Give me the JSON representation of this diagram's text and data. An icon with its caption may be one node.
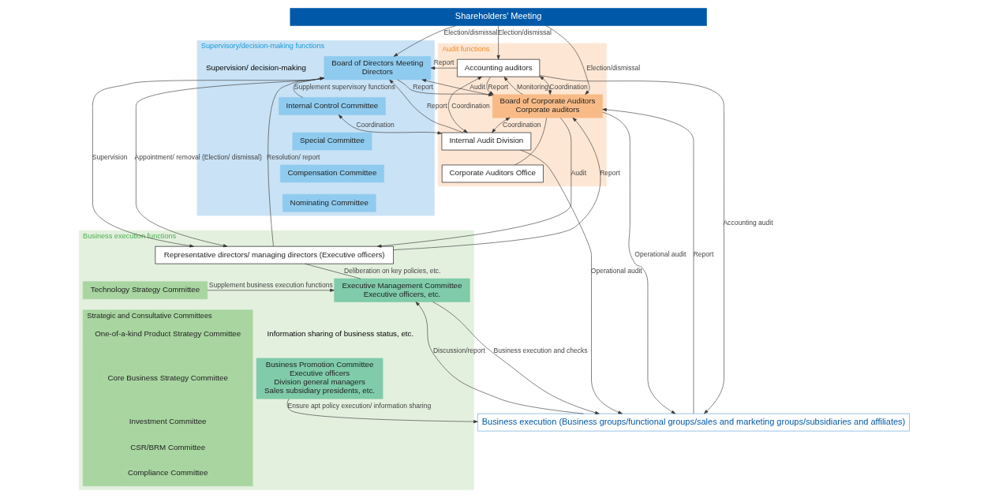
{
  "diagram": {
    "nodes": [
      {
        "text": [
          "Shareholders’ Meeting"
        ]
      },
      {
        "text": [
          "Supervisory/decision-making functions"
        ]
      },
      {
        "text": [
          "Board of Directors Meeting",
          "Directors"
        ],
        "in": 1
      },
      {
        "text": [
          "Internal Control Committee"
        ],
        "in": 1
      },
      {
        "text": [
          "Special Committee"
        ],
        "in": 1
      },
      {
        "text": [
          "Compensation Committee"
        ],
        "in": 1
      },
      {
        "text": [
          "Nominating Committee"
        ],
        "in": 1
      },
      {
        "text": [
          "Audit functions"
        ]
      },
      {
        "text": [
          "Board of Corporate Auditors",
          "Corporate auditors"
        ],
        "in": 7
      },
      {
        "text": [
          "Accounting auditors"
        ],
        "in": 7
      },
      {
        "text": [
          "Internal Audit Division"
        ],
        "in": 7
      },
      {
        "text": [
          "Corporate Auditors Office"
        ],
        "in": 7
      },
      {
        "text": [
          "Business execution functions"
        ]
      },
      {
        "text": [
          "Representative directors/ managing directors (Executive officers)"
        ],
        "in": 12
      },
      {
        "text": [
          "Executive Management Committee",
          "Executive officers, etc."
        ],
        "in": 12
      },
      {
        "text": [
          "Technology Strategy Committee"
        ],
        "in": 12
      },
      {
        "text": [
          "Strategic and Consultative Committees"
        ],
        "in": 12
      },
      {
        "text": [
          "One-of-a-kind Product Strategy Committee"
        ],
        "in": 16
      },
      {
        "text": [
          "Core Business Strategy Committee"
        ],
        "in": 16
      },
      {
        "text": [
          "Investment Committee"
        ],
        "in": 16
      },
      {
        "text": [
          "CSR/BRM Committee"
        ],
        "in": 16
      },
      {
        "text": [
          "Compliance Committee"
        ],
        "in": 16
      },
      {
        "text": [
          "Business Promotion Committee",
          "Executive officers",
          "Division general managers",
          "Sales subsidiary presidents, etc."
        ],
        "in": 12
      },
      {
        "text": [
          "Business execution (Business groups/functional groups/sales and marketing groups/subsidiaries and affiliates)"
        ]
      }
    ],
    "edges": [
      {
        "from": 0,
        "to": 2,
        "arrow": "to",
        "label": "Election/dismissal"
      },
      {
        "from": 0,
        "to": 8,
        "arrow": "to",
        "label": "Election/dismissal"
      },
      {
        "from": 0,
        "to": 9,
        "arrow": "to",
        "label": "Election/dismissal"
      },
      {
        "from": 3,
        "to": 2,
        "arrow": "to",
        "label": "Supplement supervisory functions"
      },
      {
        "from": 9,
        "to": 2,
        "arrow": "to",
        "label": "Report"
      },
      {
        "from": 10,
        "to": 2,
        "arrow": "to",
        "label": "Report"
      },
      {
        "from": 2,
        "to": 8,
        "arrow": "to",
        "label": "Report"
      },
      {
        "from": 8,
        "to": 2,
        "arrow": "to",
        "label": "Audit"
      },
      {
        "from": 2,
        "to": 13,
        "arrow": "to",
        "label": "Supervision"
      },
      {
        "from": 13,
        "to": 2,
        "arrow": "to",
        "label": "Resolution/ report"
      },
      {
        "from": 2,
        "to": 13,
        "arrow": "to",
        "label": "Appointment/ removal (Election/ dismissal)"
      },
      {
        "from": 13,
        "to": 8,
        "arrow": "to",
        "label": "Report"
      },
      {
        "from": 8,
        "to": 13,
        "arrow": "to",
        "label": "Audit"
      },
      {
        "from": 9,
        "to": 8,
        "arrow": "to",
        "label": "Report"
      },
      {
        "from": 8,
        "to": 9,
        "arrow": "to",
        "label": "Monitoring"
      },
      {
        "from": 8,
        "to": 9,
        "arrow": "both",
        "label": "Coordination"
      },
      {
        "from": 9,
        "to": 10,
        "arrow": "both",
        "label": "Coordination"
      },
      {
        "from": 8,
        "to": 10,
        "arrow": "both",
        "label": "Coordination"
      },
      {
        "from": 3,
        "to": 10,
        "arrow": "both",
        "label": "Coordination"
      },
      {
        "from": 8,
        "to": 11,
        "arrow": "none"
      },
      {
        "from": 23,
        "to": 8,
        "arrow": "to",
        "label": "Report"
      },
      {
        "from": 8,
        "to": 23,
        "arrow": "to",
        "label": "Operational audit"
      },
      {
        "from": 10,
        "to": 23,
        "arrow": "to",
        "label": "Operational audit"
      },
      {
        "from": 9,
        "to": 23,
        "arrow": "to",
        "label": "Accounting audit"
      },
      {
        "from": 13,
        "to": 14,
        "arrow": "none",
        "label": "Deliberation on key policies, etc."
      },
      {
        "from": 15,
        "to": 14,
        "arrow": "to",
        "label": "Supplement business execution functions"
      },
      {
        "from": 14,
        "to": 23,
        "arrow": "to",
        "label": "Business execution and checks"
      },
      {
        "from": 23,
        "to": 14,
        "arrow": "to",
        "label": "Discussion/report"
      },
      {
        "from": 22,
        "to": 23,
        "arrow": "to",
        "label": "Ensure apt policy execution/ information sharing"
      }
    ],
    "labels": [
      "Supervision/ decision-making",
      "Information sharing of business status, etc."
    ]
  }
}
